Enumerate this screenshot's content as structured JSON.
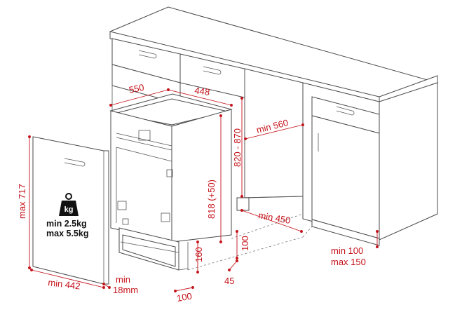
{
  "dimensions": {
    "depth": "550",
    "width": "448",
    "cabinet_depth": "min 560",
    "niche_height": "820 - 870",
    "appliance_height": "818 (+50)",
    "panel_height": "max 717",
    "panel_width": "min 442",
    "panel_thickness_1": "min",
    "panel_thickness_2": "18mm",
    "plinth_depth": "min 450",
    "plinth_height_1": "100",
    "plinth_height_2": "160",
    "plinth_offset": "45",
    "foot_depth": "100",
    "leg_height_1": "min 100",
    "leg_height_2": "max 150"
  },
  "door_weight": {
    "icon_text": "kg",
    "min_label": "min  2.5kg",
    "max_label": "max 5.5kg"
  },
  "colors": {
    "dimension": "#c4121a",
    "outline": "#4a4a4a",
    "background": "#ffffff"
  }
}
